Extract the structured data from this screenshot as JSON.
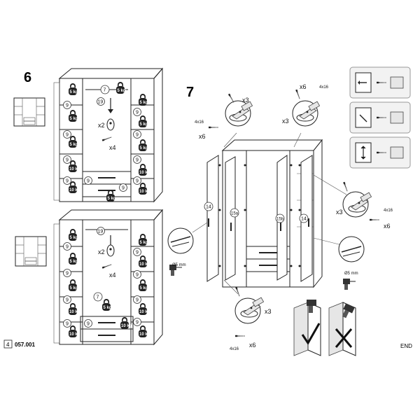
{
  "step6": {
    "number": "6",
    "callouts": [
      "7",
      "9",
      "19"
    ],
    "qty": [
      "x2",
      "x4"
    ],
    "weights": [
      "5 kg",
      "10 kg"
    ]
  },
  "step7": {
    "number": "7",
    "doors": [
      "14",
      "15a",
      "15b"
    ],
    "screw_spec": "4x16",
    "hinge_qty": "x3",
    "screw_qty": "x6",
    "drill_label": "Ø5 mm"
  },
  "footer": {
    "page_num": "4",
    "doc_code": "057.001",
    "end_label": "END"
  }
}
